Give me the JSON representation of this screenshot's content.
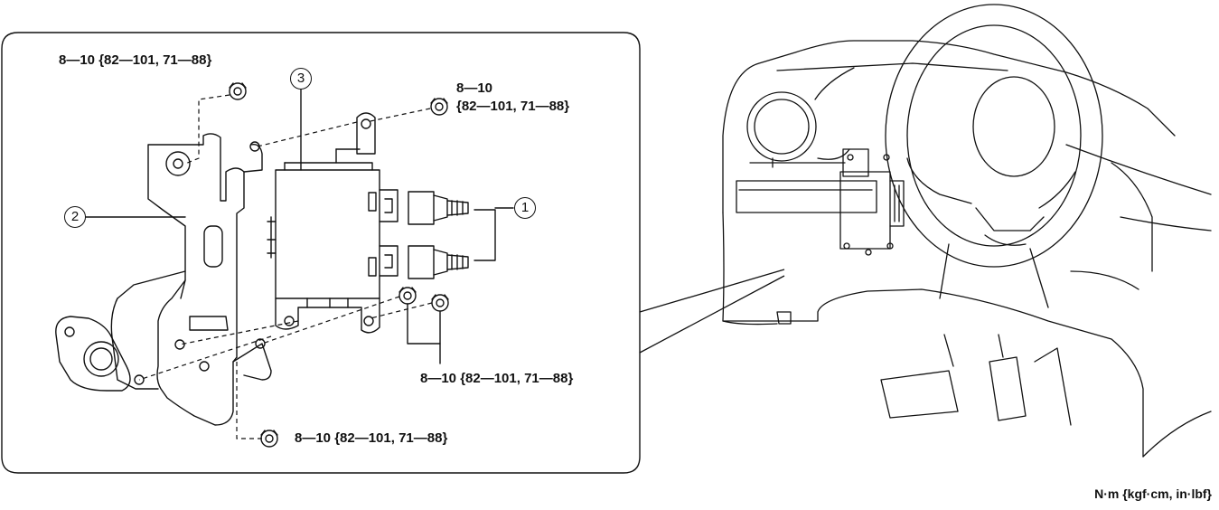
{
  "torque_labels": {
    "top_left": "8—10 {82—101, 71—88}",
    "top_right_line1": "8—10",
    "top_right_line2": "{82—101, 71—88}",
    "bottom_right": "8—10 {82—101, 71—88}",
    "bottom": "8—10 {82—101, 71—88}"
  },
  "callouts": {
    "c1": "1",
    "c2": "2",
    "c3": "3"
  },
  "units": "N·m {kgf·cm, in·lbf}"
}
